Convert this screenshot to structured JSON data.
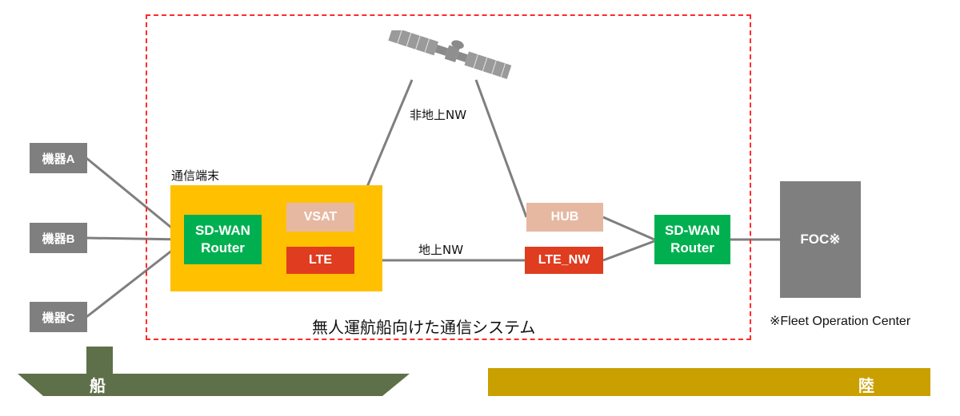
{
  "devices": [
    {
      "label": "機器A"
    },
    {
      "label": "機器B"
    },
    {
      "label": "機器C"
    }
  ],
  "terminal": {
    "title": "通信端末"
  },
  "routers": {
    "ship": {
      "line1": "SD-WAN",
      "line2": "Router"
    },
    "land": {
      "line1": "SD-WAN",
      "line2": "Router"
    }
  },
  "links": {
    "vsat": "VSAT",
    "lte": "LTE",
    "hub": "HUB",
    "lte_nw": "LTE_NW"
  },
  "network_labels": {
    "satellite_nw": "非地上NW",
    "ground_nw": "地上NW"
  },
  "system_caption": "無人運航船向けた通信システム",
  "foc": {
    "label": "FOC※",
    "note": "※Fleet Operation Center"
  },
  "bands": {
    "ship": "船",
    "land": "陸"
  },
  "colors": {
    "device_gray": "#7f7f7f",
    "terminal_yellow": "#ffc000",
    "router_green": "#00b050",
    "vsat_pink": "#e6b8a2",
    "lte_red": "#e03c1f",
    "dashed_red": "#ff2a2a",
    "ship_green": "#5e7049",
    "land_gold": "#c9a000"
  },
  "icons": {
    "satellite": "satellite-icon"
  }
}
